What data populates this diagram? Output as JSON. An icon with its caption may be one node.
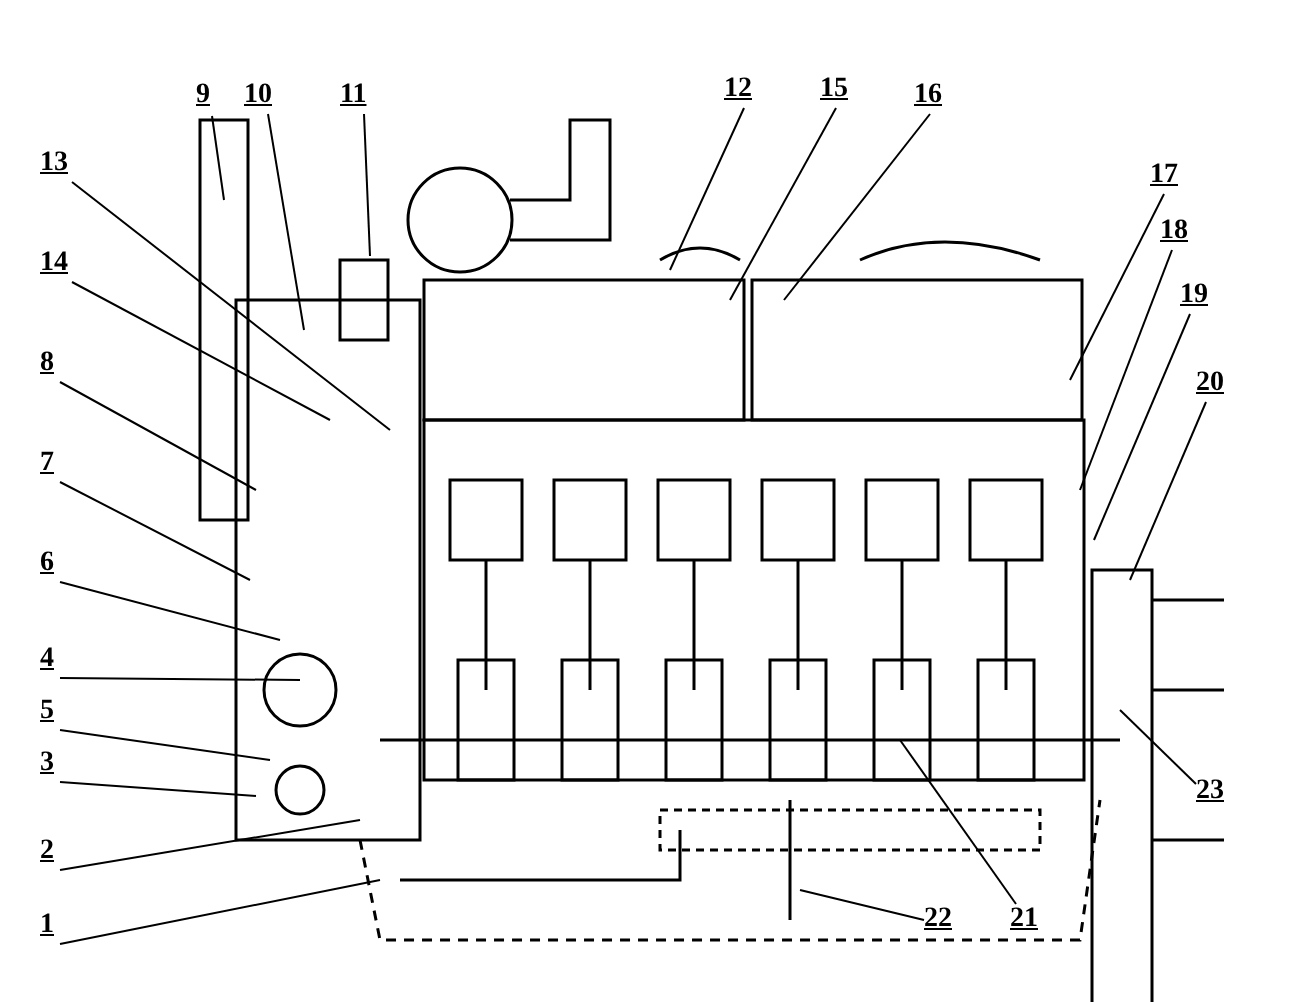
{
  "diagram": {
    "nodes": [
      {
        "text": [
          "9"
        ]
      },
      {
        "text": [
          "10"
        ]
      },
      {
        "text": [
          "11"
        ]
      },
      {
        "text": [
          "12"
        ]
      },
      {
        "text": [
          "15"
        ]
      },
      {
        "text": [
          "16"
        ]
      },
      {
        "text": [
          "13"
        ]
      },
      {
        "text": [
          "17"
        ]
      },
      {
        "text": [
          "18"
        ]
      },
      {
        "text": [
          "14"
        ]
      },
      {
        "text": [
          "19"
        ]
      },
      {
        "text": [
          "8"
        ]
      },
      {
        "text": [
          "20"
        ]
      },
      {
        "text": [
          "7"
        ]
      },
      {
        "text": [
          "6"
        ]
      },
      {
        "text": [
          "4"
        ]
      },
      {
        "text": [
          "5"
        ]
      },
      {
        "text": [
          "3"
        ]
      },
      {
        "text": [
          "23"
        ]
      },
      {
        "text": [
          "2"
        ]
      },
      {
        "text": [
          "1"
        ]
      },
      {
        "text": [
          "22"
        ]
      },
      {
        "text": [
          "21"
        ]
      }
    ],
    "edges": [
      {
        "from": 0,
        "to": null,
        "arrow": "none"
      },
      {
        "from": 1,
        "to": null,
        "arrow": "none"
      },
      {
        "from": 2,
        "to": null,
        "arrow": "none"
      },
      {
        "from": 3,
        "to": null,
        "arrow": "none"
      },
      {
        "from": 4,
        "to": null,
        "arrow": "none"
      },
      {
        "from": 5,
        "to": null,
        "arrow": "none"
      },
      {
        "from": 6,
        "to": null,
        "arrow": "none"
      },
      {
        "from": 7,
        "to": null,
        "arrow": "none"
      },
      {
        "from": 8,
        "to": null,
        "arrow": "none"
      },
      {
        "from": 9,
        "to": null,
        "arrow": "none"
      },
      {
        "from": 10,
        "to": null,
        "arrow": "none"
      },
      {
        "from": 11,
        "to": null,
        "arrow": "none"
      },
      {
        "from": 12,
        "to": null,
        "arrow": "none"
      },
      {
        "from": 13,
        "to": null,
        "arrow": "none"
      },
      {
        "from": 14,
        "to": null,
        "arrow": "none"
      },
      {
        "from": 15,
        "to": null,
        "arrow": "none"
      },
      {
        "from": 16,
        "to": null,
        "arrow": "none"
      },
      {
        "from": 17,
        "to": null,
        "arrow": "none"
      },
      {
        "from": 18,
        "to": null,
        "arrow": "none"
      },
      {
        "from": 19,
        "to": null,
        "arrow": "none"
      },
      {
        "from": 20,
        "to": null,
        "arrow": "none"
      },
      {
        "from": 21,
        "to": null,
        "arrow": "none"
      },
      {
        "from": 22,
        "to": null,
        "arrow": "none"
      }
    ]
  }
}
